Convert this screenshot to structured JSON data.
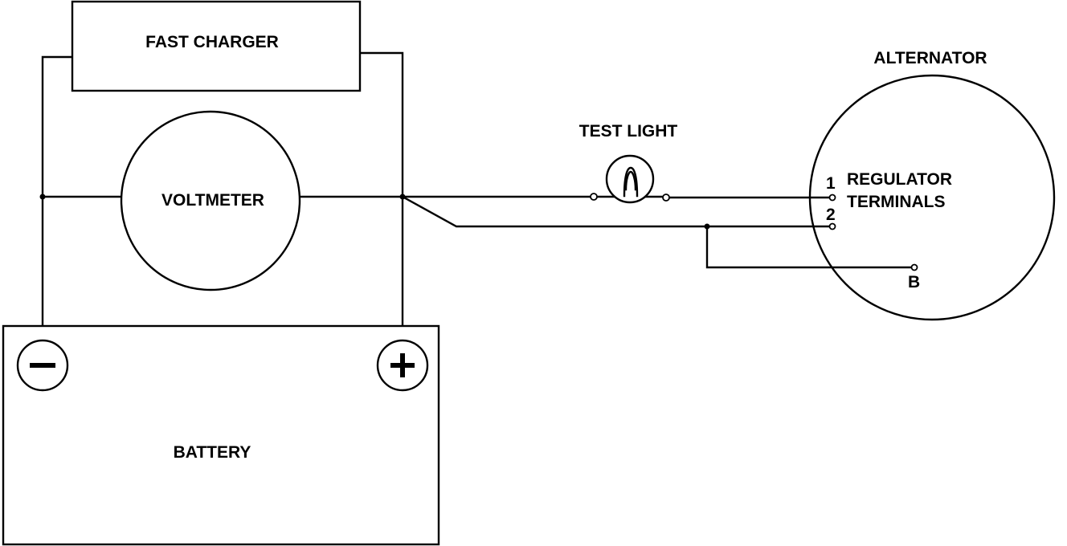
{
  "labels": {
    "fast_charger": "FAST CHARGER",
    "voltmeter": "VOLTMETER",
    "battery": "BATTERY",
    "test_light": "TEST LIGHT",
    "alternator": "ALTERNATOR",
    "regulator_line1": "REGULATOR",
    "regulator_line2": "TERMINALS",
    "terminal_1": "1",
    "terminal_2": "2",
    "terminal_b": "B"
  },
  "battery_terminals": {
    "negative_icon": "minus-sign-icon",
    "positive_icon": "plus-sign-icon"
  },
  "colors": {
    "line": "#000000",
    "background": "#ffffff"
  }
}
